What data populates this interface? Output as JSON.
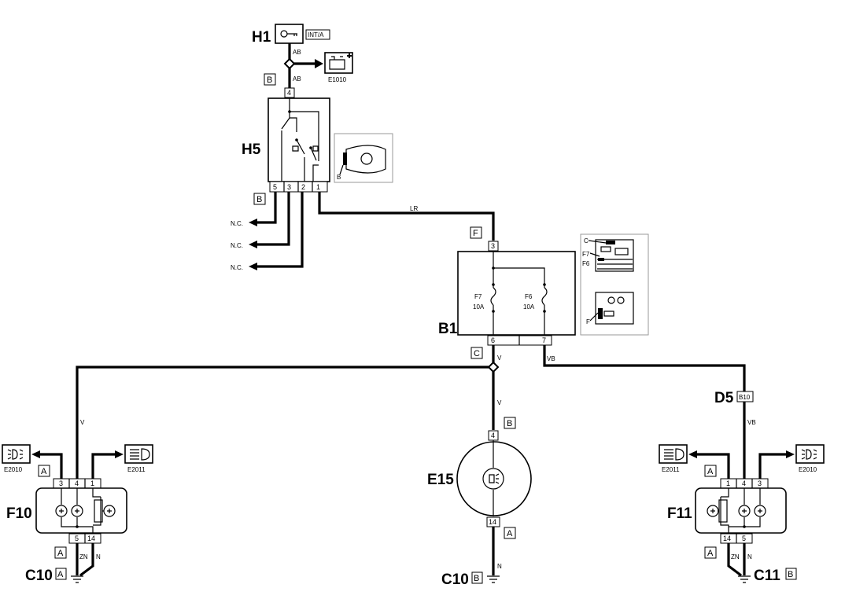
{
  "components": {
    "h1": {
      "label": "H1",
      "tag": "INT/A"
    },
    "h5": {
      "label": "H5"
    },
    "b1": {
      "label": "B1"
    },
    "e15": {
      "label": "E15"
    },
    "d5": {
      "label": "D5",
      "tag": "B10"
    },
    "f10": {
      "label": "F10"
    },
    "f11": {
      "label": "F11"
    },
    "c10a": {
      "label": "C10",
      "tag": "A"
    },
    "c10b": {
      "label": "C10",
      "tag": "B"
    },
    "c11": {
      "label": "C11",
      "tag": "B"
    }
  },
  "references": {
    "e1010": "E1010",
    "f10_left": "E2010",
    "f10_right": "E2011",
    "f11_left": "E2011",
    "f11_right": "E2010"
  },
  "connectors": {
    "h5_top": "B",
    "h5_bottom": "B",
    "b1_top": "F",
    "b1_bottom": "C",
    "e15_top": "B",
    "e15_bottom": "A",
    "f10_top": "A",
    "f10_bottom": "A",
    "f11_top": "A",
    "f11_bottom": "A"
  },
  "wires": {
    "ab1": "AB",
    "ab2": "AB",
    "lr": "LR",
    "v1": "V",
    "v2": "V",
    "v3": "V",
    "vb1": "VB",
    "vb2": "VB",
    "zn1": "ZN",
    "n1": "N",
    "n2": "N",
    "zn2": "ZN",
    "n3": "N"
  },
  "not_connected": [
    "N.C.",
    "N.C.",
    "N.C."
  ],
  "pins": {
    "h5_top": "4",
    "h5_bottom": [
      "5",
      "3",
      "2",
      "1"
    ],
    "b1_top": "3",
    "b1_bottom": [
      "6",
      "7"
    ],
    "e15_top": "4",
    "e15_bottom": "14",
    "f10_top": [
      "3",
      "4",
      "1"
    ],
    "f10_bottom": [
      "5",
      "14"
    ],
    "f11_top": [
      "1",
      "4",
      "3"
    ],
    "f11_bottom": [
      "14",
      "5"
    ]
  },
  "fuses": {
    "f7": {
      "name": "F7",
      "rating": "10A"
    },
    "f6": {
      "name": "F6",
      "rating": "10A"
    }
  },
  "insets": {
    "h5_location": "B",
    "b1_labels": [
      "C",
      "F7",
      "F6"
    ],
    "b1_lower": "F"
  },
  "icons": {
    "h1": "ignition-key-icon",
    "e1010": "battery-icon",
    "e2010": "side-light-icon",
    "e2011": "headlamp-icon",
    "e15": "headlamp-switch-icon"
  }
}
